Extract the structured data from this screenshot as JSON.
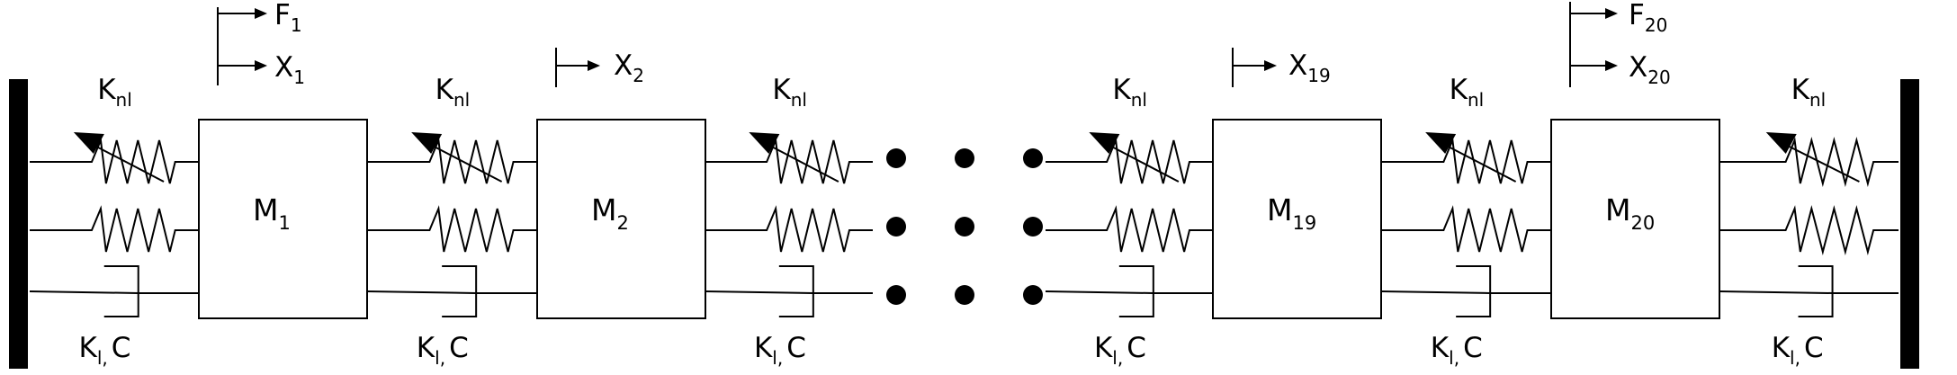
{
  "masses": [
    {
      "name": "M",
      "sub": "1"
    },
    {
      "name": "M",
      "sub": "2"
    },
    {
      "name": "M",
      "sub": "19"
    },
    {
      "name": "M",
      "sub": "20"
    }
  ],
  "displacements": [
    {
      "name": "X",
      "sub": "1"
    },
    {
      "name": "X",
      "sub": "2"
    },
    {
      "name": "X",
      "sub": "19"
    },
    {
      "name": "X",
      "sub": "20"
    }
  ],
  "forces": [
    {
      "name": "F",
      "sub": "1"
    },
    {
      "name": "F",
      "sub": "20"
    }
  ],
  "nonlinear_spring_label": {
    "name": "K",
    "sub": "nl"
  },
  "linear_damper_label": {
    "name": "K",
    "sub": "l",
    "sep": ", ",
    "tail": "C"
  },
  "ellipsis_dots_rows": 3,
  "ellipsis_dots_per_row": 3
}
